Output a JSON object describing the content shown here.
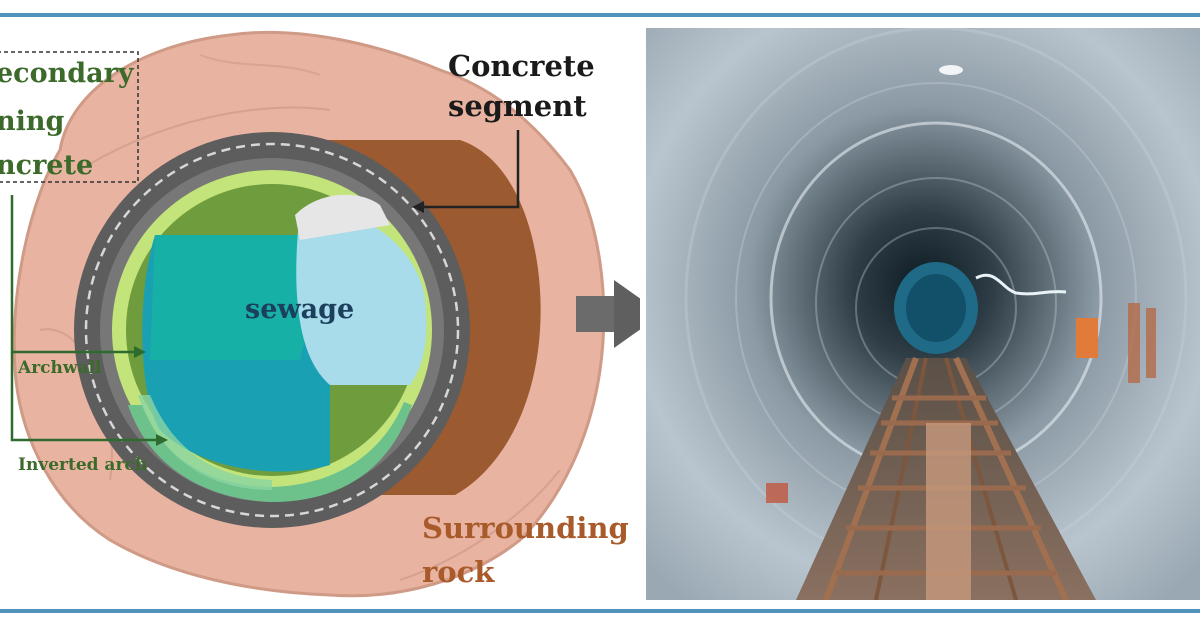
{
  "left_panel": {
    "label_secondary_lining": [
      "econdary",
      "ning",
      "ncrete"
    ],
    "label_concrete_segment": [
      "Concrete",
      "segment"
    ],
    "label_sewage": "sewage",
    "label_archwall": "Archwall",
    "label_inverted_arch": "Inverted arch",
    "label_surrounding_rock": [
      "Surrounding",
      "rock"
    ]
  },
  "colors": {
    "frame": "#4f93bd",
    "rock": "#e8b3a0",
    "rock_edge": "#cf9a86",
    "segment_ring": "#5d5d5d",
    "dashes": "#d7d7d7",
    "shell": "#9c5a30",
    "lining_light": "#c2e47a",
    "lining_dark": "#6f9d3e",
    "sewage": "#1aa0b3",
    "sewage_light": "#a8dcea",
    "invert": "#6dc28c",
    "label_green": "#3b6a2a",
    "label_brown": "#a85a2a",
    "label_blue": "#1b3f5c",
    "arrow": "#5f5f5f"
  },
  "right_panel": {
    "photo_description_icon": "tunnel-photo"
  }
}
